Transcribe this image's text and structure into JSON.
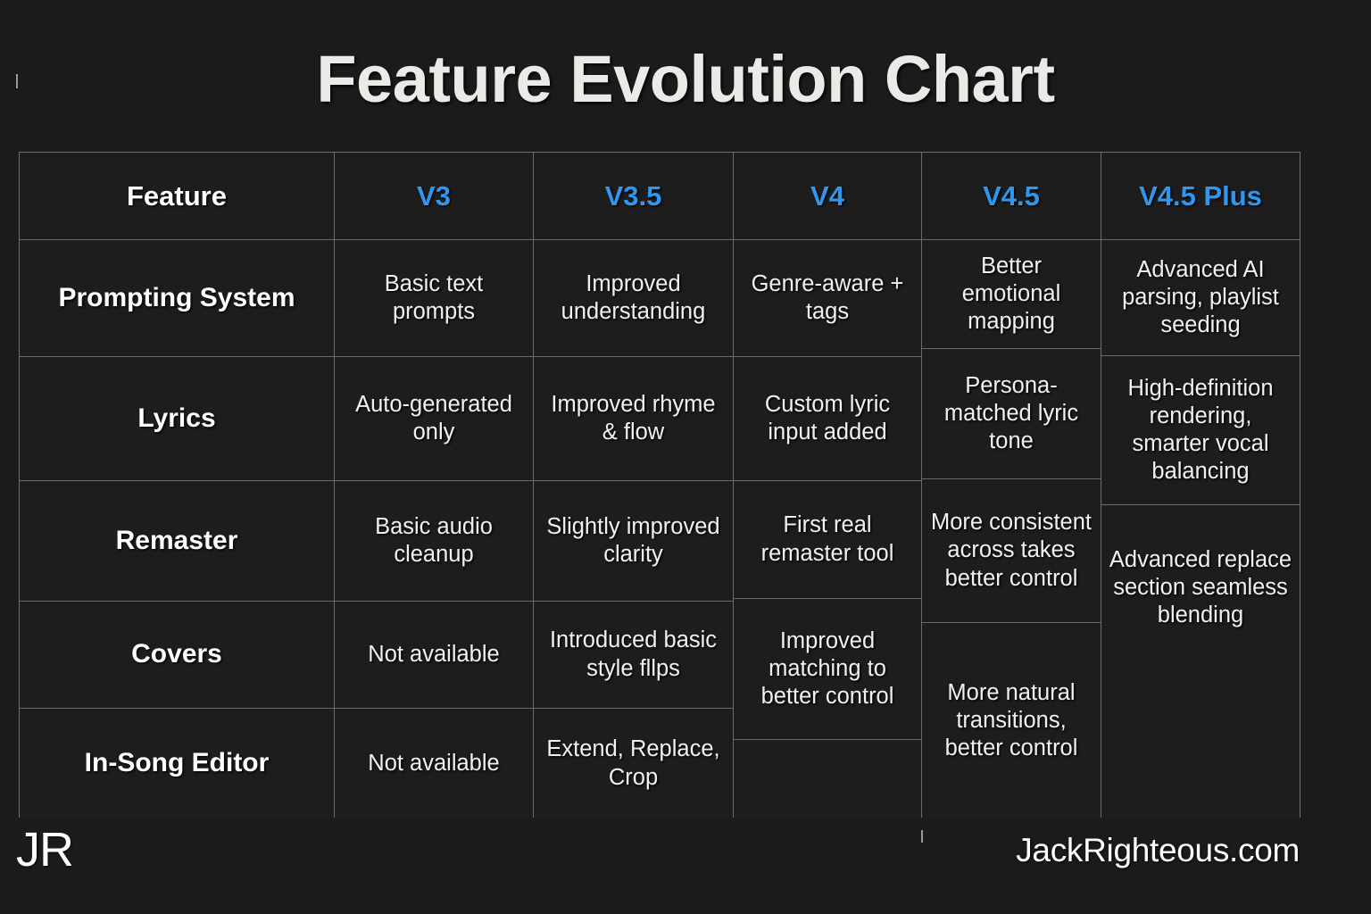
{
  "page": {
    "title": "Feature Evolution Chart",
    "background_color": "#1b1b1b",
    "accent_color": "#2f97ef",
    "text_color": "#f2f1ef",
    "border_color": "#6a6c6f"
  },
  "table": {
    "columns": [
      {
        "key": "feature",
        "label": "Feature",
        "style": "plain"
      },
      {
        "key": "v3",
        "label": "V3",
        "style": "accent"
      },
      {
        "key": "v35",
        "label": "V3.5",
        "style": "accent"
      },
      {
        "key": "v4",
        "label": "V4",
        "style": "accent"
      },
      {
        "key": "v45",
        "label": "V4.5",
        "style": "accent"
      },
      {
        "key": "v45plus",
        "label": "V4.5 Plus",
        "style": "accent"
      }
    ],
    "rows": [
      {
        "feature": "Prompting System",
        "v3": "Basic text prompts",
        "v35": "Improved understanding",
        "v4": "Genre-aware + tags",
        "v45": "Better emotional mapping",
        "v45plus": "Advanced AI parsing, playlist seeding"
      },
      {
        "feature": "Lyrics",
        "v3": "Auto-generated only",
        "v35": "Improved rhyme & flow",
        "v4": "Custom lyric input added",
        "v45": "Persona-matched lyric tone",
        "v45plus": "High-definition rendering, smarter vocal balancing"
      },
      {
        "feature": "Remaster",
        "v3": "Basic audio cleanup",
        "v35": "Slightly improved clarity",
        "v4": "First real remaster tool",
        "v45": "More consistent across takes better control",
        "v45plus": "Advanced replace section seamless blending"
      },
      {
        "feature": "Covers",
        "v3": "Not available",
        "v35": "Introduced basic style fllps",
        "v4": "Improved matching to better control",
        "v45": "More natural transitions, better control",
        "v45plus": ""
      },
      {
        "feature": "In-Song Editor",
        "v3": "Not available",
        "v35": "Extend, Replace, Crop",
        "v4": "",
        "v45": "",
        "v45plus": ""
      }
    ]
  },
  "footer": {
    "logo": "JR",
    "website": "JackRighteous.com"
  }
}
